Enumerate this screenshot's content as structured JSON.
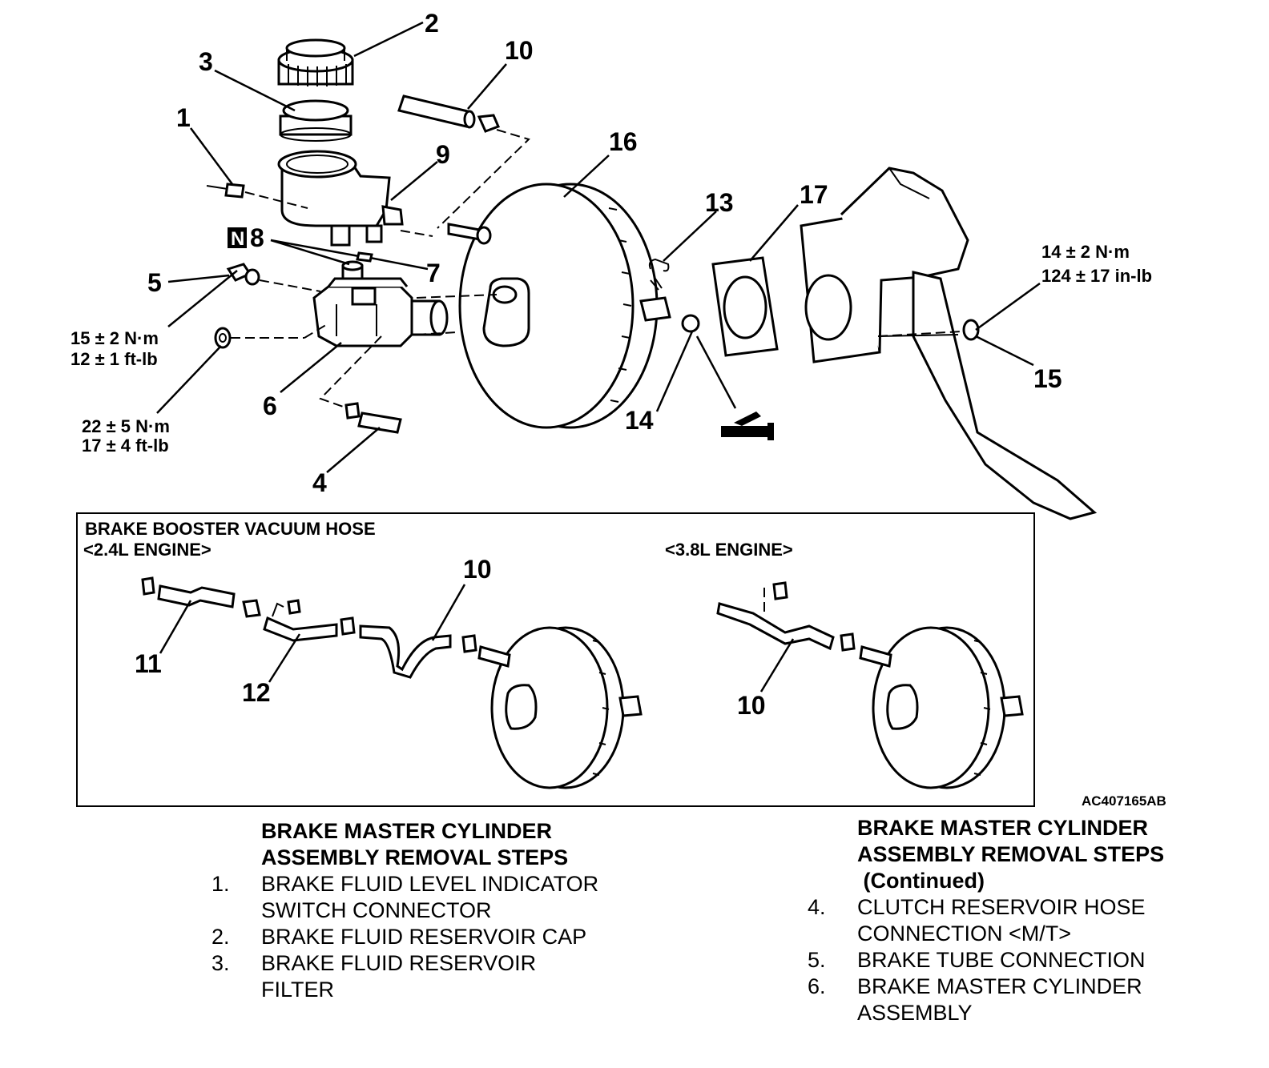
{
  "callouts": {
    "c1": "1",
    "c2": "2",
    "c3": "3",
    "c4": "4",
    "c5": "5",
    "c6": "6",
    "c7": "7",
    "c8": "8",
    "c8_badge": "N",
    "c9": "9",
    "c10": "10",
    "c13": "13",
    "c14": "14",
    "c15": "15",
    "c16": "16",
    "c17": "17"
  },
  "torques": {
    "t5_line1": "15 ± 2 N·m",
    "t5_line2": "12 ± 1 ft-lb",
    "t6_line1": "22 ± 5 N·m",
    "t6_line2": "17 ± 4 ft-lb",
    "t15_line1": "14 ± 2 N·m",
    "t15_line2": "124 ± 17 in-lb"
  },
  "inset": {
    "title": "BRAKE BOOSTER VACUUM HOSE",
    "engine_a": "<2.4L ENGINE>",
    "engine_b": "<3.8L ENGINE>",
    "c10a": "10",
    "c11": "11",
    "c12": "12",
    "c10b": "10"
  },
  "figure_code": "AC407165AB",
  "steps_left": {
    "heading1": "BRAKE MASTER CYLINDER",
    "heading2": "ASSEMBLY REMOVAL STEPS",
    "items": [
      {
        "num": "1.",
        "text": "BRAKE FLUID LEVEL INDICATOR\nSWITCH CONNECTOR"
      },
      {
        "num": "2.",
        "text": "BRAKE FLUID RESERVOIR CAP"
      },
      {
        "num": "3.",
        "text": "BRAKE FLUID RESERVOIR\nFILTER"
      }
    ]
  },
  "steps_right": {
    "heading1": "BRAKE MASTER CYLINDER",
    "heading2": "ASSEMBLY REMOVAL STEPS",
    "heading3": " (Continued)",
    "items": [
      {
        "num": "4.",
        "text": "CLUTCH  RESERVOIR HOSE\nCONNECTION <M/T>"
      },
      {
        "num": "5.",
        "text": "BRAKE TUBE CONNECTION"
      },
      {
        "num": "6.",
        "text": "BRAKE MASTER CYLINDER\nASSEMBLY"
      }
    ]
  }
}
